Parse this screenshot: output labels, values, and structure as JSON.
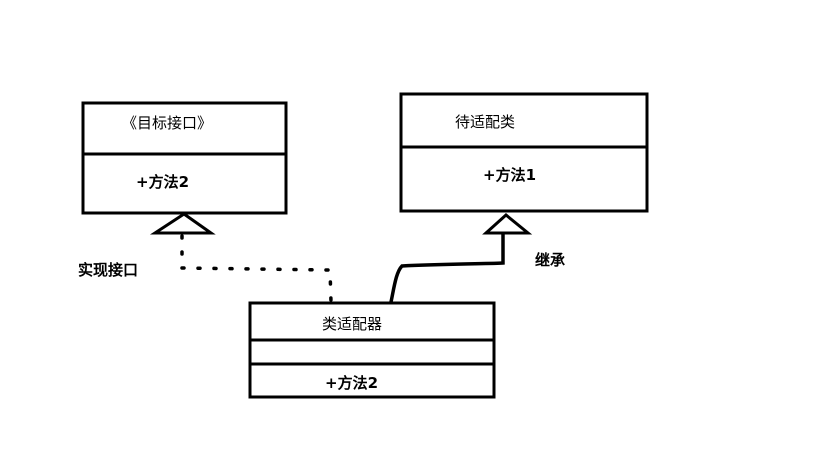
{
  "target_interface": {
    "name": "《目标接口》",
    "method": "+方法2"
  },
  "adaptee": {
    "name": "待适配类",
    "method": "+方法1"
  },
  "adapter": {
    "name": "类适配器",
    "method": "+方法2"
  },
  "relations": {
    "implements_label": "实现接口",
    "inherits_label": "继承"
  }
}
